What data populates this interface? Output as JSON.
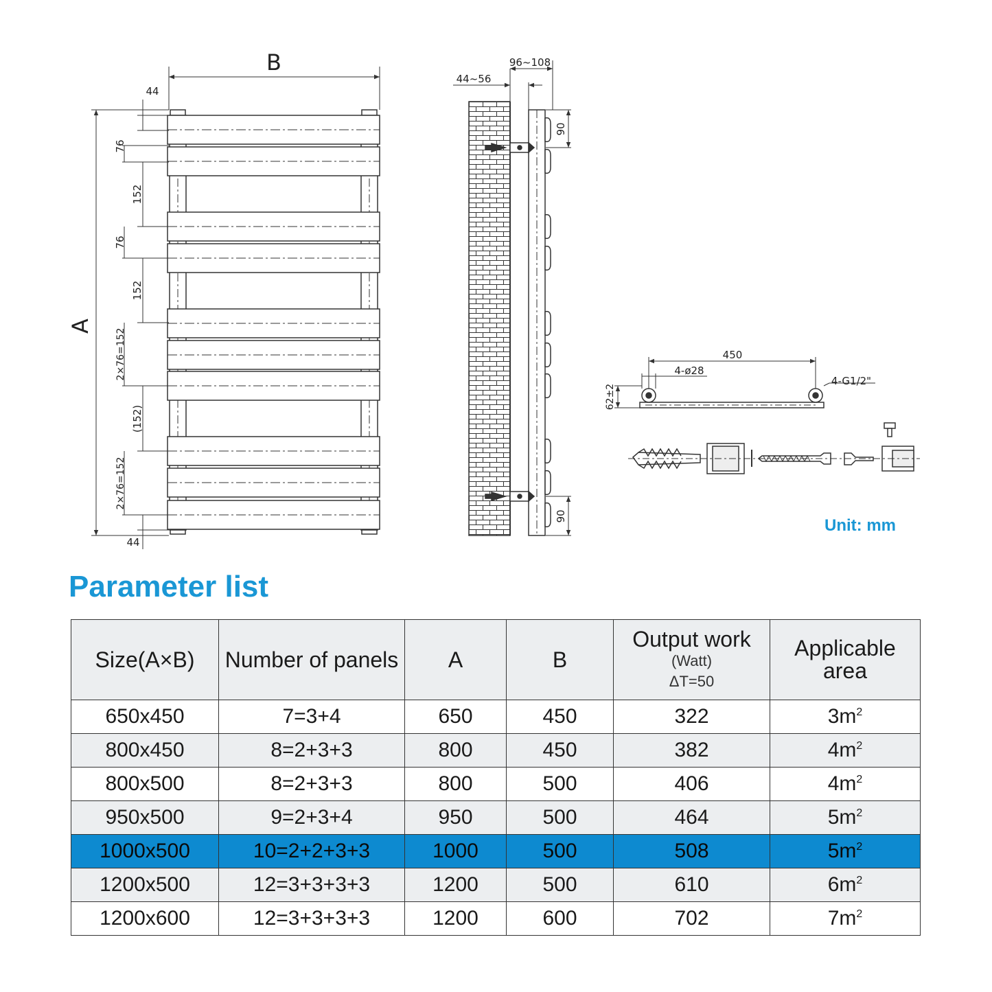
{
  "drawing": {
    "front": {
      "label_width": "B",
      "label_height": "A",
      "dim_top": "44",
      "dim_bottom": "44",
      "dim_left": [
        "76",
        "152",
        "76",
        "152",
        "2×76=152",
        "(152)",
        "2×76=152"
      ]
    },
    "side": {
      "dim_wall": "44~56",
      "dim_depth": "96~108",
      "dim_top_bracket": "90",
      "dim_bottom_bracket": "90"
    },
    "bottom": {
      "dim_centers": "450",
      "dim_holes": "4-ø28",
      "dim_thread": "4-G1/2\"",
      "dim_height": "62±2"
    }
  },
  "unit_label": "Unit: mm",
  "section_title": "Parameter list",
  "table": {
    "headers": {
      "size": "Size(A×B)",
      "panels": "Number of panels",
      "a": "A",
      "b": "B",
      "output": "Output work",
      "output_unit": "(Watt)",
      "output_condition": "ΔT=50",
      "area": "Applicable area"
    },
    "rows": [
      {
        "size": "650x450",
        "panels": "7=3+4",
        "a": "650",
        "b": "450",
        "output": "322",
        "area": "3m",
        "area_sup": "2"
      },
      {
        "size": "800x450",
        "panels": "8=2+3+3",
        "a": "800",
        "b": "450",
        "output": "382",
        "area": "4m",
        "area_sup": "2"
      },
      {
        "size": "800x500",
        "panels": "8=2+3+3",
        "a": "800",
        "b": "500",
        "output": "406",
        "area": "4m",
        "area_sup": "2"
      },
      {
        "size": "950x500",
        "panels": "9=2+3+4",
        "a": "950",
        "b": "500",
        "output": "464",
        "area": "5m",
        "area_sup": "2"
      },
      {
        "size": "1000x500",
        "panels": "10=2+2+3+3",
        "a": "1000",
        "b": "500",
        "output": "508",
        "area": "5m",
        "area_sup": "2"
      },
      {
        "size": "1200x500",
        "panels": "12=3+3+3+3",
        "a": "1200",
        "b": "500",
        "output": "610",
        "area": "6m",
        "area_sup": "2"
      },
      {
        "size": "1200x600",
        "panels": "12=3+3+3+3",
        "a": "1200",
        "b": "600",
        "output": "702",
        "area": "7m",
        "area_sup": "2"
      }
    ]
  },
  "colors": {
    "accent": "#1a97d5",
    "highlight_row": "#0d8ad0",
    "zebra": "#eceef0",
    "line": "#333333"
  }
}
